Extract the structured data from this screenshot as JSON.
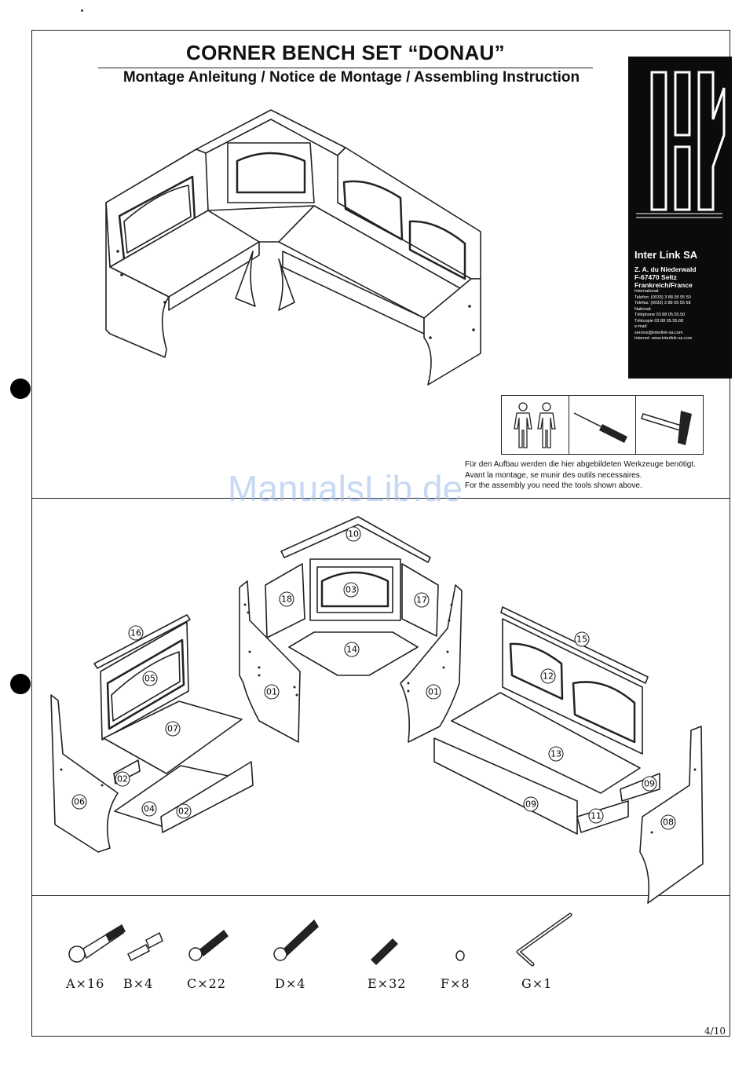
{
  "header": {
    "title": "CORNER BENCH SET “DONAU”",
    "subtitle": "Montage Anleitung / Notice de Montage  / Assembling Instruction"
  },
  "company": {
    "logo_name": "link",
    "name": "Inter Link SA",
    "address_1": "Z. A. du Niederwald",
    "address_2": "F-67470 Seltz",
    "address_3": "Frankreich/France",
    "intl_label": "International:",
    "intl_phone": "Telefon: (0033) 3 88 05 55 50",
    "intl_fax": "Telefax: (0033) 3 88 05 55 68",
    "natl_label": "National:",
    "natl_phone": "Téléphone 03 88 05.55.50",
    "natl_fax": "Télécopie  03 88 05.55.68",
    "email_label": "e-mail:",
    "email": "service@interlink-sa.com",
    "internet": "Internet: www.interlink-sa.com"
  },
  "tools": {
    "icons": [
      "two-persons-icon",
      "screwdriver-icon",
      "hammer-icon"
    ],
    "note_de": "Für den Aufbau werden die hier abgebildeten Werkzeuge benötigt.",
    "note_fr": "Avant la montage, se munir des outils necessaires.",
    "note_en": "For the assembly you need the tools shown above."
  },
  "watermark": "ManualsLib.de",
  "parts": {
    "p10": "10",
    "p18": "18",
    "p03": "03",
    "p17": "17",
    "p14": "14",
    "p16": "16",
    "p05": "05",
    "p07": "07",
    "p02a": "02",
    "p06": "06",
    "p04": "04",
    "p02b": "02",
    "p01a": "01",
    "p01b": "01",
    "p15": "15",
    "p12": "12",
    "p13": "13",
    "p09a": "09",
    "p09b": "09",
    "p11": "11",
    "p08": "08"
  },
  "fasteners": [
    {
      "label": "A×16",
      "icon": "bolt-icon"
    },
    {
      "label": "B×4",
      "icon": "pin-icon"
    },
    {
      "label": "C×22",
      "icon": "short-screw-icon"
    },
    {
      "label": "D×4",
      "icon": "long-screw-icon"
    },
    {
      "label": "E×32",
      "icon": "dowel-icon"
    },
    {
      "label": "F×8",
      "icon": "nut-icon"
    },
    {
      "label": "G×1",
      "icon": "allen-key-icon"
    }
  ],
  "page_number": "4/10"
}
